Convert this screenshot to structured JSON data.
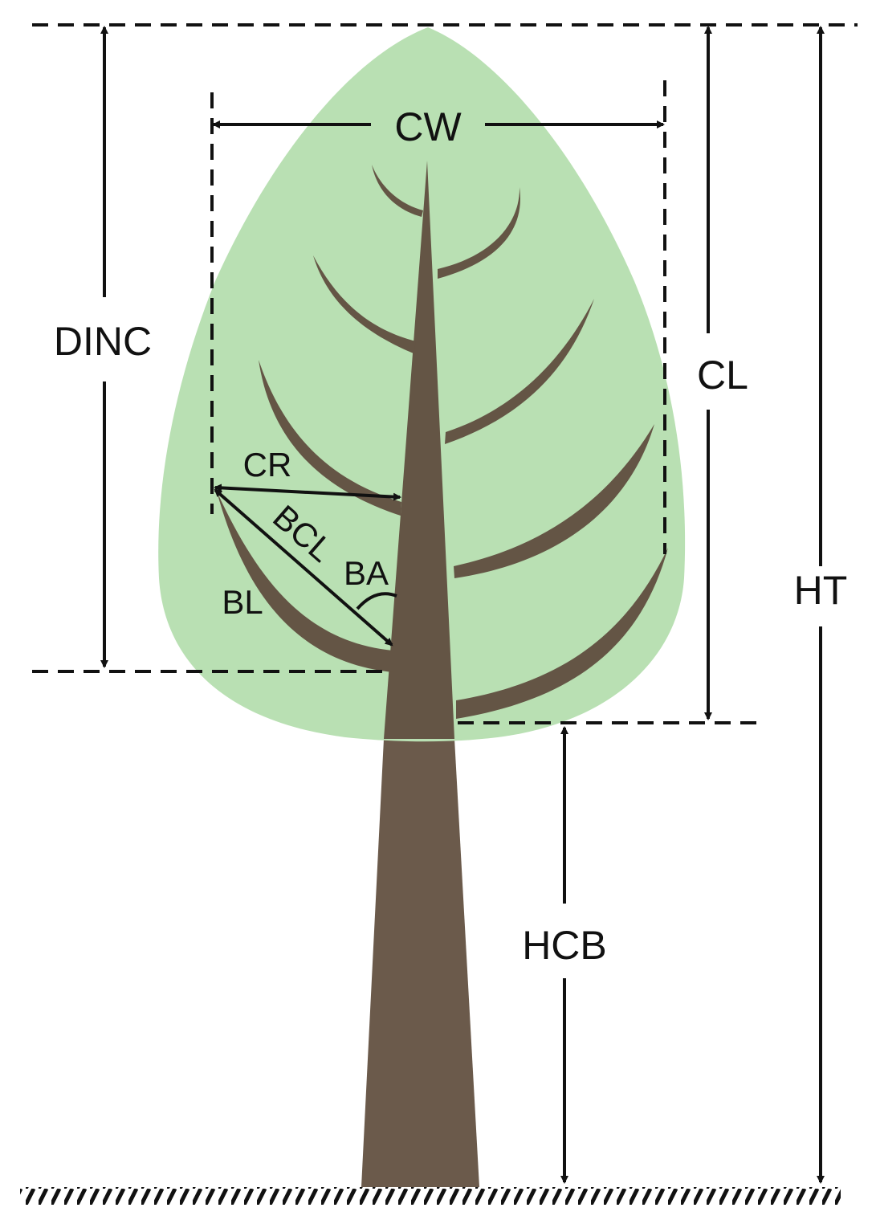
{
  "labels": {
    "cw": "CW",
    "dinc": "DINC",
    "cl": "CL",
    "ht": "HT",
    "hcb": "HCB",
    "cr": "CR",
    "bcl": "BCL",
    "ba": "BA",
    "bl": "BL"
  },
  "colors": {
    "crown": "#b9e0b3",
    "trunk": "#6b5a4b",
    "branch": "#6b5a4b",
    "line": "#111111"
  }
}
